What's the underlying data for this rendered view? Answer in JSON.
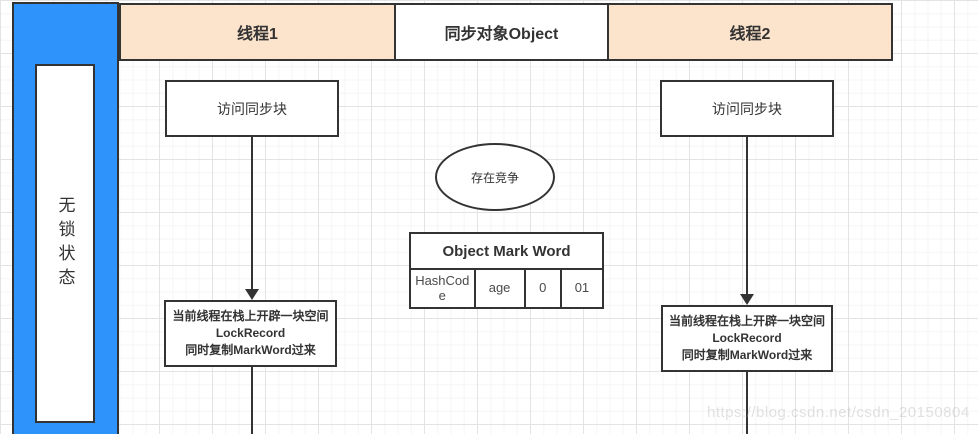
{
  "colors": {
    "lane_blue": "#2E94FC",
    "header_peach": "#FCE3CB",
    "border_dark": "#333333",
    "grid_major": "#e3e3e3",
    "grid_minor": "#f5f5f5"
  },
  "lane": {
    "label": "无锁状态"
  },
  "headers": {
    "thread1": "线程1",
    "object": "同步对象Object",
    "thread2": "线程2"
  },
  "thread1": {
    "step": "访问同步块",
    "note_line1": "当前线程在栈上开辟一块空间",
    "note_line2": "LockRecord",
    "note_line3": "同时复制MarkWord过来"
  },
  "thread2": {
    "step": "访问同步块",
    "note_line1": "当前线程在栈上开辟一块空间",
    "note_line2": "LockRecord",
    "note_line3": "同时复制MarkWord过来"
  },
  "object_column": {
    "condition": "存在竞争",
    "mark_word": {
      "title": "Object Mark Word",
      "cells": [
        "HashCode",
        "age",
        "0",
        "01"
      ]
    }
  },
  "watermark": "https://blog.csdn.net/csdn_20150804"
}
